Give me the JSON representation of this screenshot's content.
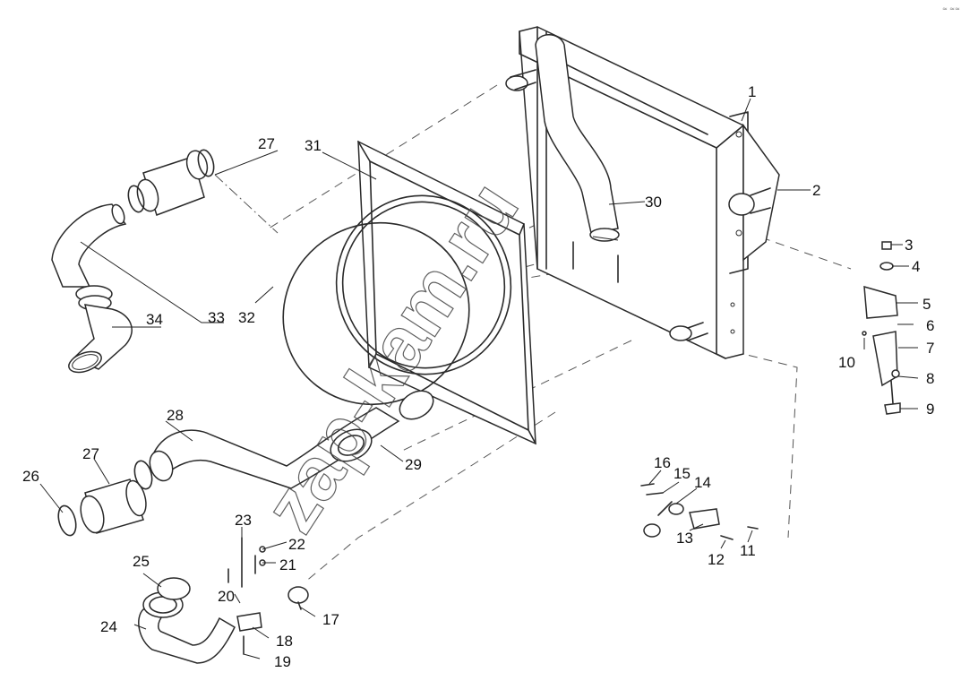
{
  "watermark": "zap-kam.ru",
  "corner_mark": "≈ ≈≈",
  "callouts": [
    "1",
    "2",
    "3",
    "4",
    "5",
    "6",
    "7",
    "8",
    "9",
    "10",
    "11",
    "12",
    "13",
    "14",
    "15",
    "16",
    "17",
    "18",
    "19",
    "20",
    "21",
    "22",
    "23",
    "24",
    "25",
    "26",
    "27",
    "27",
    "28",
    "29",
    "30",
    "31",
    "32",
    "33",
    "34"
  ]
}
